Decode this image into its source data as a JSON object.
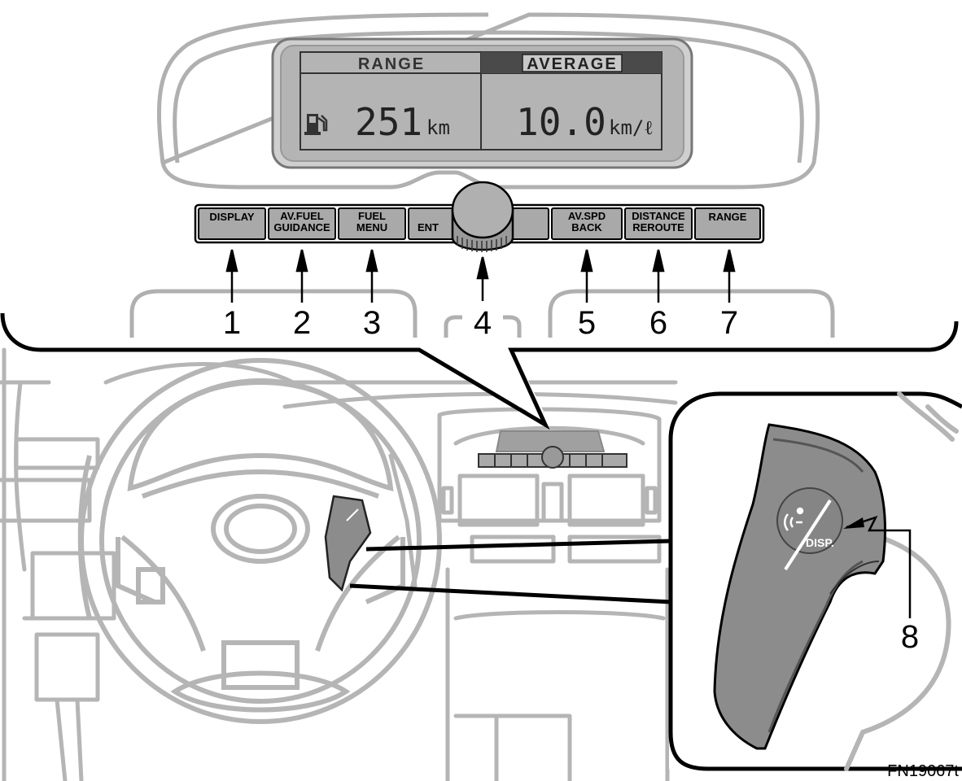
{
  "display": {
    "left_header": "RANGE",
    "right_header": "AVERAGE",
    "left_value": "251",
    "left_unit": "km",
    "right_value": "10.0",
    "right_unit": "km/ℓ",
    "fuel_icon": "fuel-pump-icon"
  },
  "buttons": {
    "display": "DISPLAY",
    "av_fuel_line1": "AV.FUEL",
    "av_fuel_line2": "GUIDANCE",
    "fuel_line1": "FUEL",
    "fuel_line2": "MENU",
    "ent": "ENT",
    "av_spd_line1": "AV.SPD",
    "av_spd_line2": "BACK",
    "distance_line1": "DISTANCE",
    "distance_line2": "REROUTE",
    "range": "RANGE"
  },
  "callouts": {
    "n1": "1",
    "n2": "2",
    "n3": "3",
    "n4": "4",
    "n5": "5",
    "n6": "6",
    "n7": "7",
    "n8": "8"
  },
  "switch": {
    "label": "DISP.",
    "icon": "voice-command-icon"
  },
  "figure_code": "FN19067t",
  "colors": {
    "lcd_bg": "#b4b4b4",
    "button_face": "#a9a9a9",
    "switch_body": "#8c8c8c",
    "line_gray": "#b0b0b0"
  }
}
